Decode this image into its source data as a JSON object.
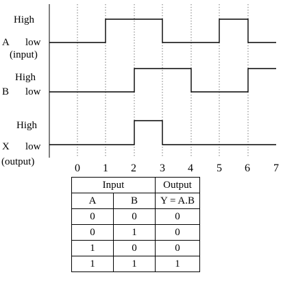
{
  "signals": [
    {
      "name": "A",
      "sub": "(input)",
      "high_label": "High",
      "low_label": "low",
      "levels": [
        0,
        0,
        1,
        1,
        0,
        0,
        1,
        0
      ]
    },
    {
      "name": "B",
      "sub": "",
      "high_label": "High",
      "low_label": "low",
      "levels": [
        0,
        0,
        0,
        1,
        1,
        0,
        0,
        1
      ]
    },
    {
      "name": "X",
      "sub": "(output)",
      "high_label": "High",
      "low_label": "low",
      "levels": [
        0,
        0,
        0,
        1,
        0,
        0,
        0,
        0
      ]
    }
  ],
  "time_ticks": [
    "0",
    "1",
    "2",
    "3",
    "4",
    "5",
    "6",
    "7"
  ],
  "truth_table": {
    "group_input": "Input",
    "group_output": "Output",
    "col_a": "A",
    "col_b": "B",
    "col_y": "Y = A.B",
    "rows": [
      [
        "0",
        "0",
        "0"
      ],
      [
        "0",
        "1",
        "0"
      ],
      [
        "1",
        "0",
        "0"
      ],
      [
        "1",
        "1",
        "1"
      ]
    ]
  }
}
